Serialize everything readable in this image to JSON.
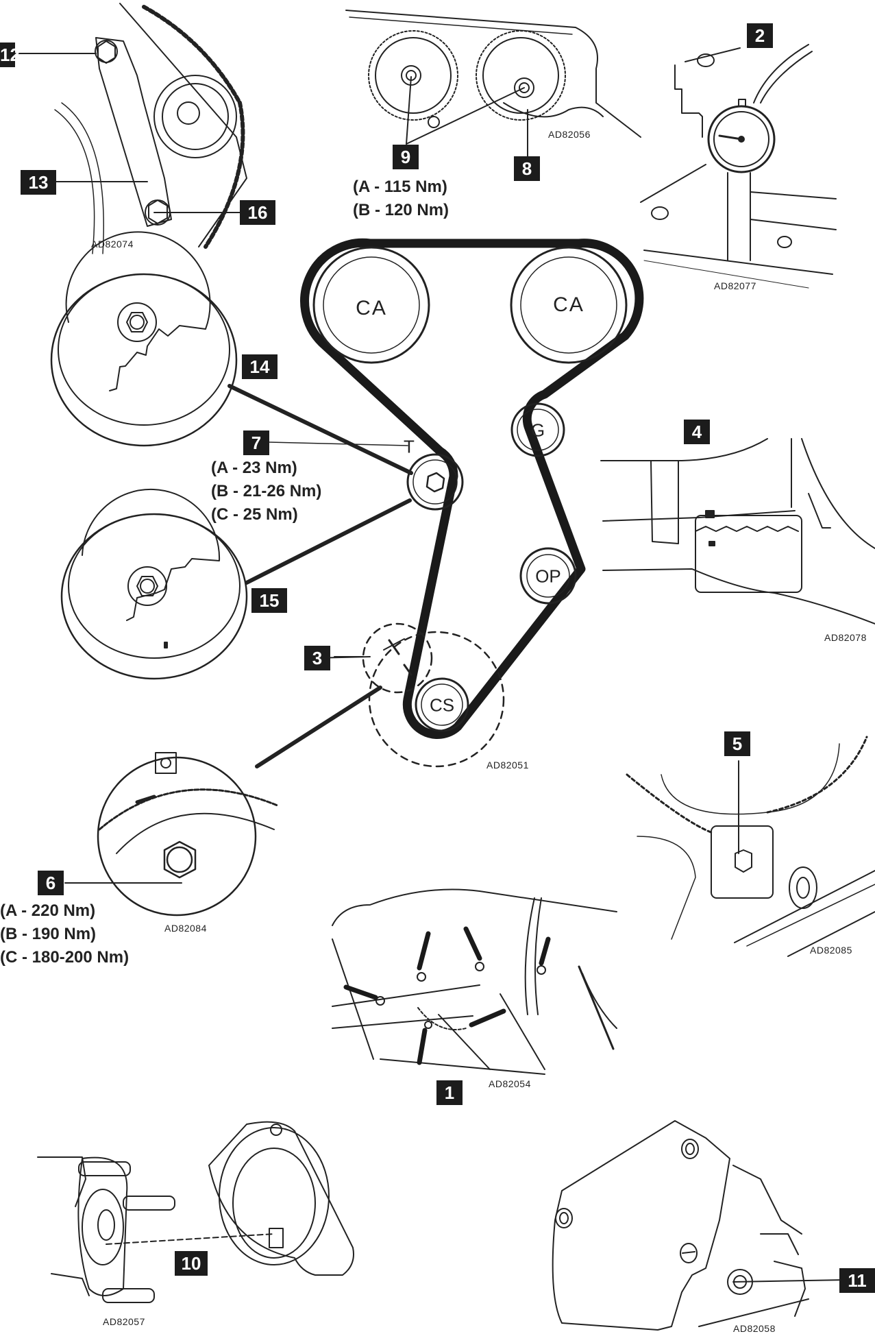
{
  "title": "Timing belt layout and installation details",
  "main_diagram": {
    "figure_code": "AD82051",
    "pulleys": [
      {
        "id": "camshaft-left",
        "label": "CA"
      },
      {
        "id": "camshaft-right",
        "label": "CA"
      },
      {
        "id": "guide",
        "label": "G"
      },
      {
        "id": "oil-pump",
        "label": "OP"
      },
      {
        "id": "crankshaft",
        "label": "CS"
      }
    ],
    "tensioner_label": "T"
  },
  "figures": [
    {
      "code": "AD82074",
      "callouts": [
        "12",
        "13",
        "16"
      ]
    },
    {
      "code": "AD82056",
      "callouts": [
        "9",
        "8"
      ]
    },
    {
      "code": "AD82077",
      "callouts": [
        "2"
      ]
    },
    {
      "code": "AD82078",
      "callouts": [
        "4"
      ]
    },
    {
      "code": "AD82084",
      "callouts": [
        "6"
      ]
    },
    {
      "code": "AD82085",
      "callouts": [
        "5"
      ]
    },
    {
      "code": "AD82054",
      "callouts": [
        "1"
      ]
    },
    {
      "code": "AD82057",
      "callouts": [
        "10"
      ]
    },
    {
      "code": "AD82058",
      "callouts": [
        "11"
      ]
    }
  ],
  "callouts": {
    "c1": "1",
    "c2": "2",
    "c2b": "2",
    "c3": "3",
    "c4": "4",
    "c5": "5",
    "c6": "6",
    "c7": "7",
    "c8": "8",
    "c9": "9",
    "c10": "10",
    "c11": "11",
    "c13": "13",
    "c14": "14",
    "c15": "15",
    "c16": "16"
  },
  "torque_specs": {
    "item9": [
      "(A - 115 Nm)",
      "(B - 120 Nm)"
    ],
    "item7": [
      "(A - 23 Nm)",
      "(B - 21-26 Nm)",
      "(C - 25 Nm)"
    ],
    "item6": [
      "(A - 220 Nm)",
      "(B - 190 Nm)",
      "(C - 180-200 Nm)"
    ]
  },
  "colors": {
    "ink": "#1c1c1c",
    "paper": "#ffffff"
  }
}
